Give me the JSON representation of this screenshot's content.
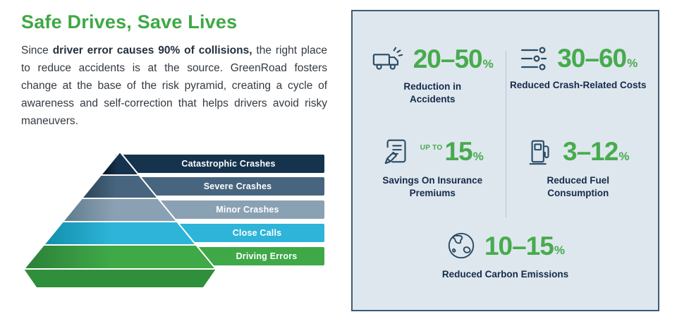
{
  "left": {
    "title": "Safe Drives, Save Lives",
    "paragraph": {
      "prefix": "Since ",
      "bold": "driver error causes 90% of collisions,",
      "rest": " the right place to reduce accidents is at the source. GreenRoad fosters change at the base of the risk pyramid, creating a cycle of awareness and self-correction that helps drivers avoid risky maneuvers."
    },
    "pyramid": {
      "layers": [
        {
          "label": "Catastrophic Crashes",
          "color": "#16334e"
        },
        {
          "label": "Severe Crashes",
          "color": "#47657e"
        },
        {
          "label": "Minor Crashes",
          "color": "#8aa1b3"
        },
        {
          "label": "Close Calls",
          "color": "#2db4d8"
        },
        {
          "label": "Driving Errors",
          "color": "#3fa847"
        }
      ]
    }
  },
  "panel": {
    "background": "#dee7ee",
    "border_color": "#3e5b77",
    "accent_color": "#47ab4d",
    "label_color": "#152a4a",
    "stats": [
      {
        "icon": "truck-icon",
        "prefix": "",
        "value": "20–50",
        "unit": "%",
        "label": "Reduction in Accidents"
      },
      {
        "icon": "crash-costs-icon",
        "prefix": "",
        "value": "30–60",
        "unit": "%",
        "label": "Reduced Crash-Related Costs"
      },
      {
        "icon": "insurance-document-icon",
        "prefix": "UP TO",
        "value": "15",
        "unit": "%",
        "label": "Savings On Insurance Premiums"
      },
      {
        "icon": "fuel-pump-icon",
        "prefix": "",
        "value": "3–12",
        "unit": "%",
        "label": "Reduced Fuel Consumption"
      },
      {
        "icon": "globe-icon",
        "prefix": "",
        "value": "10–15",
        "unit": "%",
        "label": "Reduced Carbon Emissions"
      }
    ]
  }
}
